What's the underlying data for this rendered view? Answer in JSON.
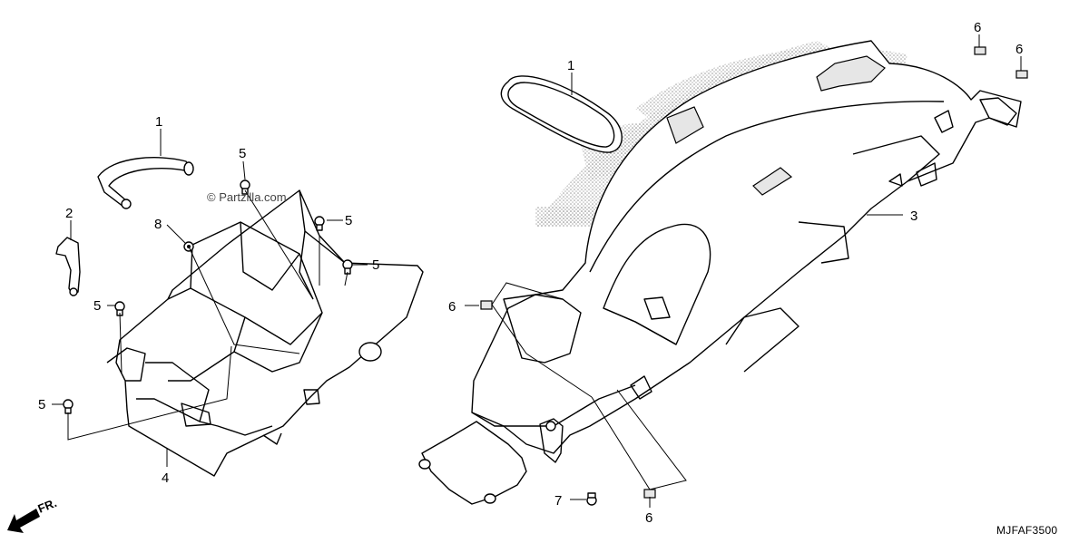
{
  "diagram_code": "MJFAF3500",
  "watermark": "© Partzilla.com",
  "front_marker": "FR.",
  "callouts": {
    "c1a": "1",
    "c1b": "1",
    "c2": "2",
    "c3": "3",
    "c4": "4",
    "c5a": "5",
    "c5b": "5",
    "c5c": "5",
    "c5d": "5",
    "c5e": "5",
    "c6a": "6",
    "c6b": "6",
    "c6c": "6",
    "c6d": "6",
    "c7": "7",
    "c8": "8"
  }
}
